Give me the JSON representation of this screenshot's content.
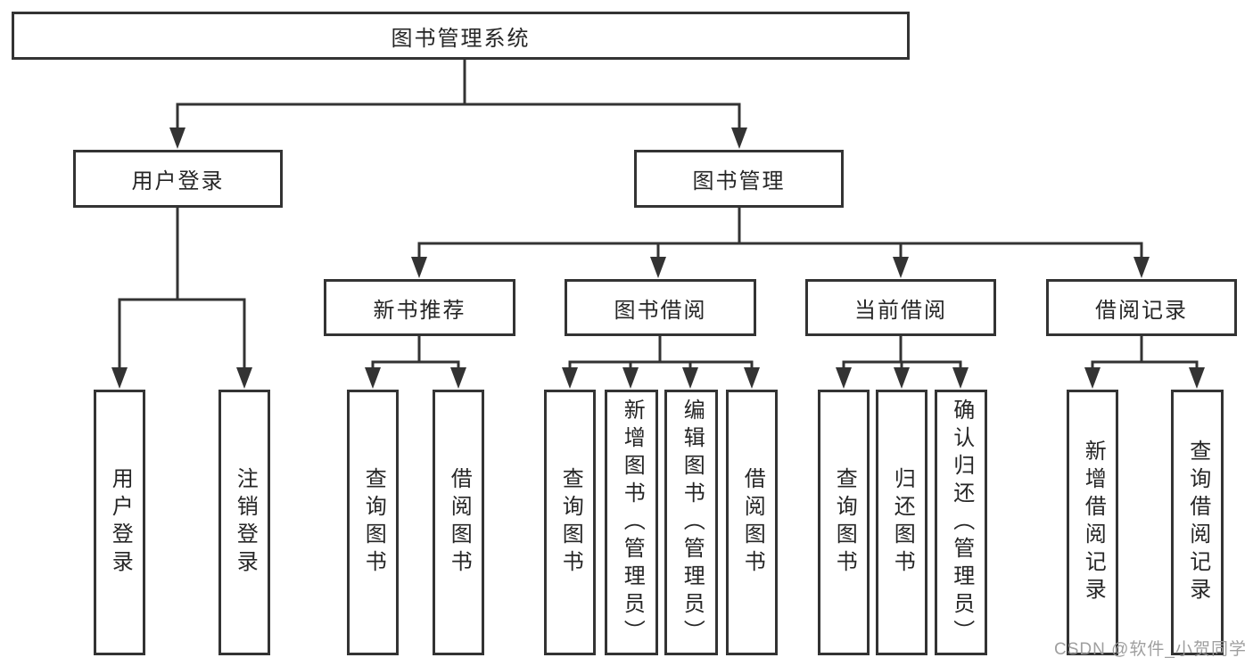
{
  "title": "图书管理系统",
  "watermark": "CSDN @软件_小贺同学",
  "colors": {
    "line": "#333333",
    "text": "#262626",
    "background": "#ffffff",
    "watermark": "#9a9a9a"
  },
  "tree": {
    "root": {
      "label": "图书管理系统",
      "children": [
        {
          "label": "用户登录",
          "children": [
            {
              "label": "用户登录"
            },
            {
              "label": "注销登录"
            }
          ]
        },
        {
          "label": "图书管理",
          "children": [
            {
              "label": "新书推荐",
              "children": [
                {
                  "label": "查询图书"
                },
                {
                  "label": "借阅图书"
                }
              ]
            },
            {
              "label": "图书借阅",
              "children": [
                {
                  "label": "查询图书"
                },
                {
                  "label": "新增图书（管理员）"
                },
                {
                  "label": "编辑图书（管理员）"
                },
                {
                  "label": "借阅图书"
                }
              ]
            },
            {
              "label": "当前借阅",
              "children": [
                {
                  "label": "查询图书"
                },
                {
                  "label": "归还图书"
                },
                {
                  "label": "确认归还（管理员）"
                }
              ]
            },
            {
              "label": "借阅记录",
              "children": [
                {
                  "label": "新增借阅记录"
                },
                {
                  "label": "查询借阅记录"
                }
              ]
            }
          ]
        }
      ]
    }
  }
}
